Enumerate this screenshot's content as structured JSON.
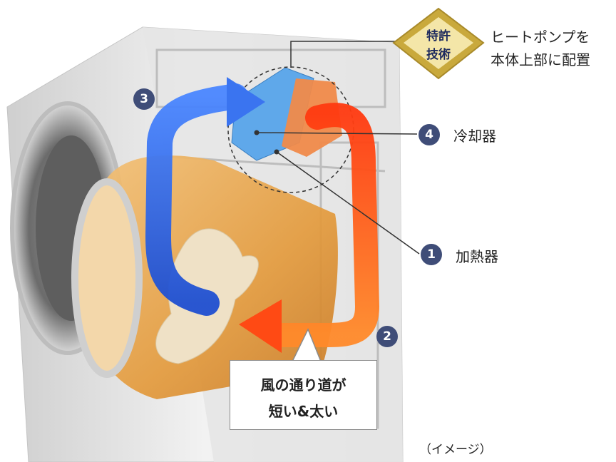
{
  "badge": {
    "line1": "特許",
    "line2": "技術"
  },
  "heat_pump_note": {
    "line1": "ヒートポンプを",
    "line2": "本体上部に配置"
  },
  "parts": [
    {
      "number": "4",
      "label": "冷却器"
    },
    {
      "number": "1",
      "label": "加熱器"
    }
  ],
  "airflow_steps": {
    "step2": "2",
    "step3": "3"
  },
  "caption": {
    "line1": "風の通り道が",
    "line2": "短い&太い"
  },
  "image_note": "（イメージ）",
  "colors": {
    "cool_air": "#2f63e0",
    "hot_air": "#ff5a1a",
    "drum": "#e9a44a",
    "badge_gold": "#c9a93c",
    "badge_navy": "#1d2a5e",
    "marker": "#3f4d78"
  }
}
